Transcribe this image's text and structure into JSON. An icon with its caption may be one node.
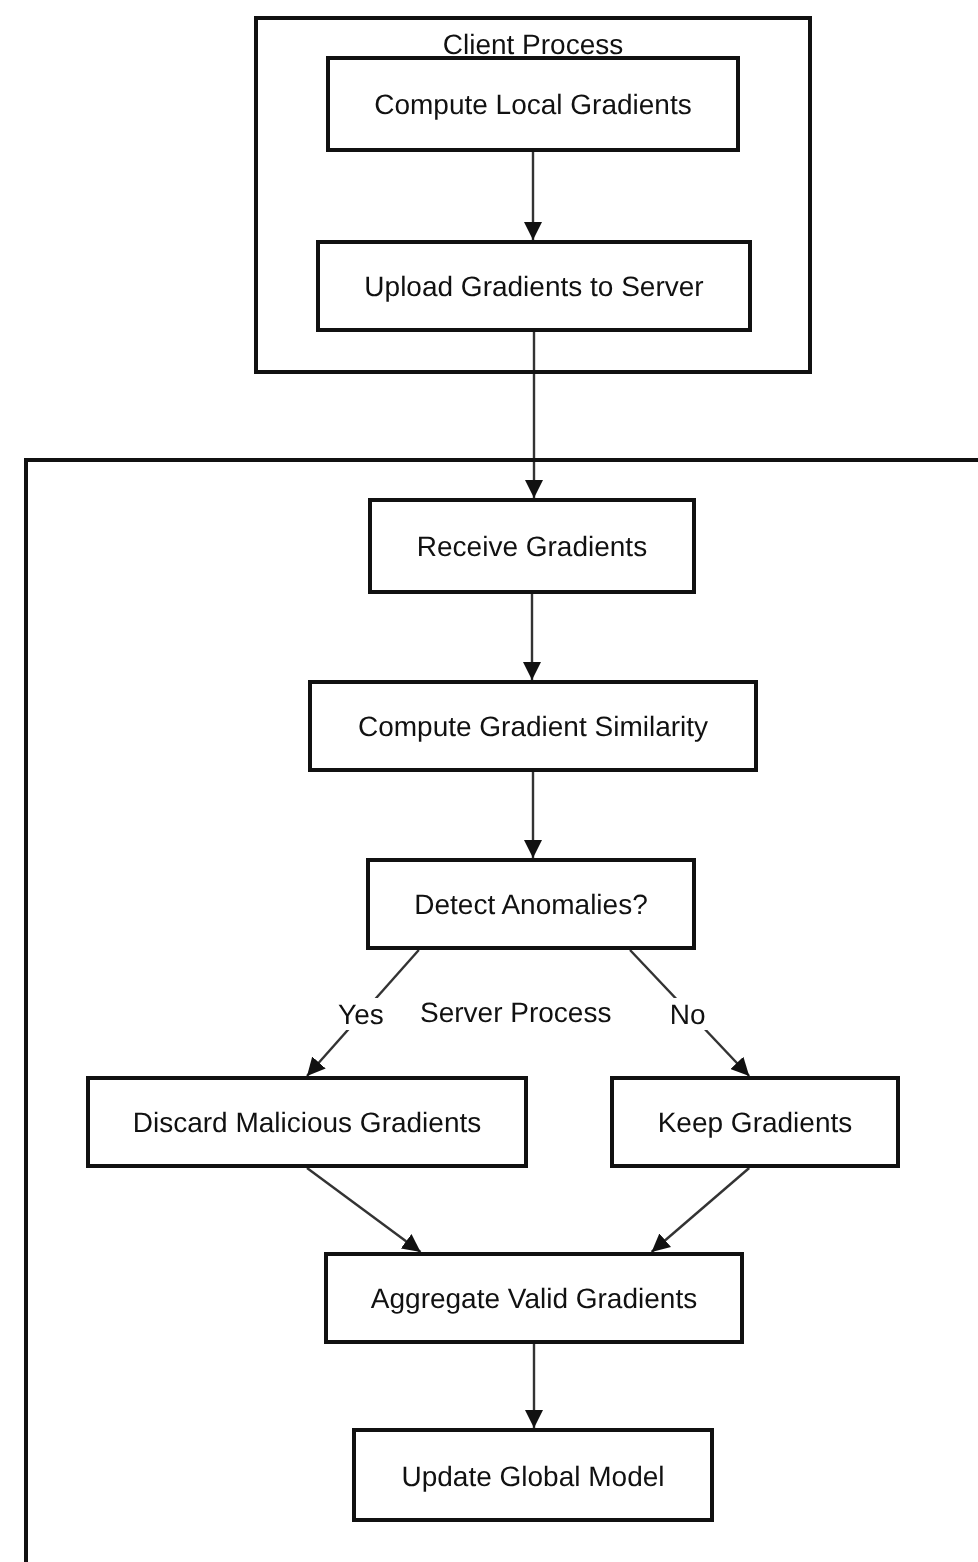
{
  "diagram": {
    "nodes": [
      {
        "text": [
          "Client Process"
        ]
      },
      {
        "text": [
          "Compute Local Gradients"
        ],
        "in": 0
      },
      {
        "text": [
          "Upload Gradients to Server"
        ],
        "in": 0
      },
      {
        "text": [
          "Server Process"
        ]
      },
      {
        "text": [
          "Receive Gradients"
        ],
        "in": 3
      },
      {
        "text": [
          "Compute Gradient Similarity"
        ],
        "in": 3
      },
      {
        "text": [
          "Detect Anomalies?"
        ],
        "in": 3
      },
      {
        "text": [
          "Discard Malicious Gradients"
        ],
        "in": 3
      },
      {
        "text": [
          "Keep Gradients"
        ],
        "in": 3
      },
      {
        "text": [
          "Aggregate Valid Gradients"
        ],
        "in": 3
      },
      {
        "text": [
          "Update Global Model"
        ],
        "in": 3
      }
    ],
    "edges": [
      {
        "from": 1,
        "to": 2,
        "arrow": "to"
      },
      {
        "from": 2,
        "to": 4,
        "arrow": "to"
      },
      {
        "from": 4,
        "to": 5,
        "arrow": "to"
      },
      {
        "from": 5,
        "to": 6,
        "arrow": "to"
      },
      {
        "from": 6,
        "to": 7,
        "arrow": "to",
        "label": "Yes"
      },
      {
        "from": 6,
        "to": 8,
        "arrow": "to",
        "label": "No"
      },
      {
        "from": 7,
        "to": 9,
        "arrow": "to"
      },
      {
        "from": 8,
        "to": 9,
        "arrow": "to"
      },
      {
        "from": 9,
        "to": 10,
        "arrow": "to"
      }
    ]
  }
}
